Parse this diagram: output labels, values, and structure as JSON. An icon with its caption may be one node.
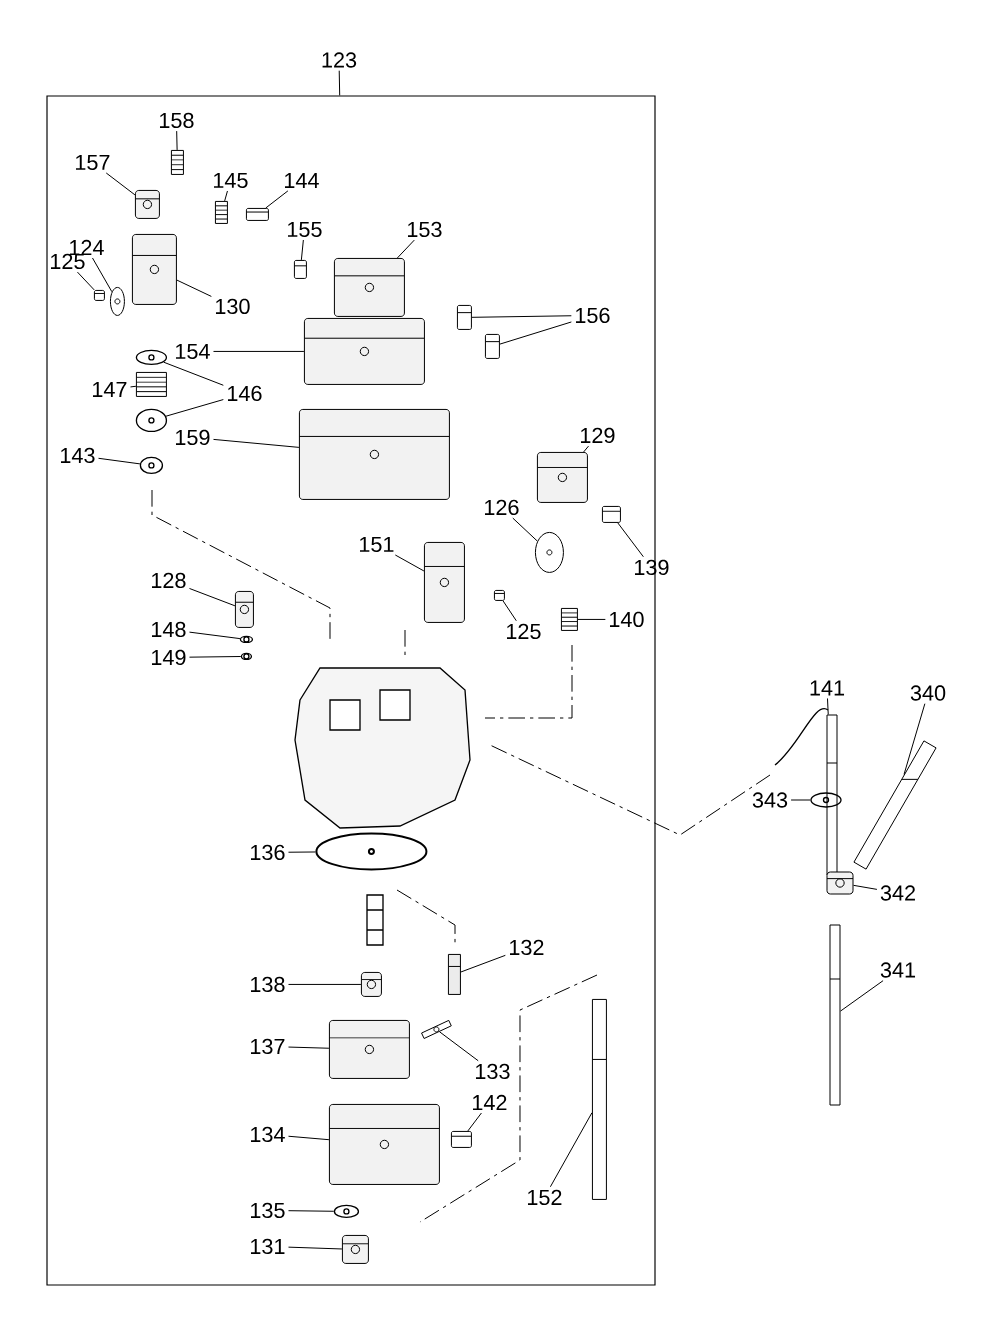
{
  "diagram": {
    "nodes": [
      {
        "text": [
          "123"
        ]
      },
      {
        "text": [],
        "shape": "box"
      },
      {
        "text": [
          "158"
        ],
        "in": 1
      },
      {
        "text": [],
        "shape": "picture",
        "in": 1
      },
      {
        "text": [
          "157"
        ],
        "in": 1
      },
      {
        "text": [],
        "shape": "picture",
        "in": 1
      },
      {
        "text": [
          "145"
        ],
        "in": 1
      },
      {
        "text": [],
        "shape": "picture",
        "in": 1
      },
      {
        "text": [
          "144"
        ],
        "in": 1
      },
      {
        "text": [],
        "shape": "picture",
        "in": 1
      },
      {
        "text": [
          "155"
        ],
        "in": 1
      },
      {
        "text": [],
        "shape": "picture",
        "in": 1
      },
      {
        "text": [
          "153"
        ],
        "in": 1
      },
      {
        "text": [],
        "shape": "picture",
        "in": 1
      },
      {
        "text": [
          "124"
        ],
        "in": 1
      },
      {
        "text": [],
        "shape": "picture",
        "in": 1
      },
      {
        "text": [
          "125"
        ],
        "in": 1
      },
      {
        "text": [],
        "shape": "picture",
        "in": 1
      },
      {
        "text": [
          "130"
        ],
        "in": 1
      },
      {
        "text": [],
        "shape": "picture",
        "in": 1
      },
      {
        "text": [
          "156"
        ],
        "in": 1
      },
      {
        "text": [],
        "shape": "picture",
        "in": 1
      },
      {
        "text": [],
        "shape": "picture",
        "in": 1
      },
      {
        "text": [
          "154"
        ],
        "in": 1
      },
      {
        "text": [],
        "shape": "picture",
        "in": 1
      },
      {
        "text": [
          "146"
        ],
        "in": 1
      },
      {
        "text": [],
        "shape": "picture",
        "in": 1
      },
      {
        "text": [],
        "shape": "picture",
        "in": 1
      },
      {
        "text": [
          "147"
        ],
        "in": 1
      },
      {
        "text": [],
        "shape": "picture",
        "in": 1
      },
      {
        "text": [
          "159"
        ],
        "in": 1
      },
      {
        "text": [],
        "shape": "picture",
        "in": 1
      },
      {
        "text": [
          "143"
        ],
        "in": 1
      },
      {
        "text": [],
        "shape": "picture",
        "in": 1
      },
      {
        "text": [
          "129"
        ],
        "in": 1
      },
      {
        "text": [],
        "shape": "picture",
        "in": 1
      },
      {
        "text": [
          "126"
        ],
        "in": 1
      },
      {
        "text": [],
        "shape": "picture",
        "in": 1
      },
      {
        "text": [
          "139"
        ],
        "in": 1
      },
      {
        "text": [],
        "shape": "picture",
        "in": 1
      },
      {
        "text": [
          "151"
        ],
        "in": 1
      },
      {
        "text": [],
        "shape": "picture",
        "in": 1
      },
      {
        "text": [
          "128"
        ],
        "in": 1
      },
      {
        "text": [],
        "shape": "picture",
        "in": 1
      },
      {
        "text": [
          "125"
        ],
        "in": 1
      },
      {
        "text": [],
        "shape": "picture",
        "in": 1
      },
      {
        "text": [
          "140"
        ],
        "in": 1
      },
      {
        "text": [],
        "shape": "picture",
        "in": 1
      },
      {
        "text": [
          "148"
        ],
        "in": 1
      },
      {
        "text": [],
        "shape": "picture",
        "in": 1
      },
      {
        "text": [
          "149"
        ],
        "in": 1
      },
      {
        "text": [],
        "shape": "picture",
        "in": 1
      },
      {
        "text": [
          "141"
        ]
      },
      {
        "text": [],
        "shape": "picture"
      },
      {
        "text": [
          "340"
        ]
      },
      {
        "text": [],
        "shape": "picture"
      },
      {
        "text": [
          "343"
        ]
      },
      {
        "text": [],
        "shape": "picture"
      },
      {
        "text": [
          "342"
        ]
      },
      {
        "text": [],
        "shape": "picture"
      },
      {
        "text": [
          "341"
        ]
      },
      {
        "text": [],
        "shape": "picture"
      },
      {
        "text": [
          "136"
        ],
        "in": 1
      },
      {
        "text": [],
        "shape": "picture",
        "in": 1
      },
      {
        "text": [
          "132"
        ],
        "in": 1
      },
      {
        "text": [],
        "shape": "picture",
        "in": 1
      },
      {
        "text": [
          "138"
        ],
        "in": 1
      },
      {
        "text": [],
        "shape": "picture",
        "in": 1
      },
      {
        "text": [
          "137"
        ],
        "in": 1
      },
      {
        "text": [],
        "shape": "picture",
        "in": 1
      },
      {
        "text": [
          "133"
        ],
        "in": 1
      },
      {
        "text": [],
        "shape": "picture",
        "in": 1
      },
      {
        "text": [
          "142"
        ],
        "in": 1
      },
      {
        "text": [],
        "shape": "picture",
        "in": 1
      },
      {
        "text": [
          "134"
        ],
        "in": 1
      },
      {
        "text": [],
        "shape": "picture",
        "in": 1
      },
      {
        "text": [
          "152"
        ],
        "in": 1
      },
      {
        "text": [],
        "shape": "picture",
        "in": 1
      },
      {
        "text": [
          "135"
        ],
        "in": 1
      },
      {
        "text": [],
        "shape": "picture",
        "in": 1
      },
      {
        "text": [
          "131"
        ],
        "in": 1
      },
      {
        "text": [],
        "shape": "picture",
        "in": 1
      }
    ],
    "edges": [
      {
        "from": 0,
        "to": 1,
        "arrow": "none"
      },
      {
        "from": 2,
        "to": 3,
        "arrow": "none"
      },
      {
        "from": 4,
        "to": 5,
        "arrow": "none"
      },
      {
        "from": 6,
        "to": 7,
        "arrow": "none"
      },
      {
        "from": 8,
        "to": 9,
        "arrow": "none"
      },
      {
        "from": 10,
        "to": 11,
        "arrow": "none"
      },
      {
        "from": 12,
        "to": 13,
        "arrow": "none"
      },
      {
        "from": 14,
        "to": 15,
        "arrow": "none"
      },
      {
        "from": 16,
        "to": 17,
        "arrow": "none"
      },
      {
        "from": 18,
        "to": 19,
        "arrow": "none"
      },
      {
        "from": 20,
        "to": 21,
        "arrow": "none"
      },
      {
        "from": 20,
        "to": 22,
        "arrow": "none"
      },
      {
        "from": 23,
        "to": 24,
        "arrow": "none"
      },
      {
        "from": 25,
        "to": 26,
        "arrow": "none"
      },
      {
        "from": 25,
        "to": 27,
        "arrow": "none"
      },
      {
        "from": 28,
        "to": 29,
        "arrow": "none"
      },
      {
        "from": 30,
        "to": 31,
        "arrow": "none"
      },
      {
        "from": 32,
        "to": 33,
        "arrow": "none"
      },
      {
        "from": 34,
        "to": 35,
        "arrow": "none"
      },
      {
        "from": 36,
        "to": 37,
        "arrow": "none"
      },
      {
        "from": 38,
        "to": 39,
        "arrow": "none"
      },
      {
        "from": 40,
        "to": 41,
        "arrow": "none"
      },
      {
        "from": 42,
        "to": 43,
        "arrow": "none"
      },
      {
        "from": 44,
        "to": 45,
        "arrow": "none"
      },
      {
        "from": 46,
        "to": 47,
        "arrow": "none"
      },
      {
        "from": 48,
        "to": 49,
        "arrow": "none"
      },
      {
        "from": 50,
        "to": 51,
        "arrow": "none"
      },
      {
        "from": 52,
        "to": 53,
        "arrow": "none"
      },
      {
        "from": 54,
        "to": 55,
        "arrow": "none"
      },
      {
        "from": 56,
        "to": 57,
        "arrow": "none"
      },
      {
        "from": 58,
        "to": 59,
        "arrow": "none"
      },
      {
        "from": 60,
        "to": 61,
        "arrow": "none"
      },
      {
        "from": 62,
        "to": 63,
        "arrow": "none"
      },
      {
        "from": 64,
        "to": 65,
        "arrow": "none"
      },
      {
        "from": 66,
        "to": 67,
        "arrow": "none"
      },
      {
        "from": 68,
        "to": 69,
        "arrow": "none"
      },
      {
        "from": 70,
        "to": 71,
        "arrow": "none"
      },
      {
        "from": 72,
        "to": 73,
        "arrow": "none"
      },
      {
        "from": 74,
        "to": 75,
        "arrow": "none"
      },
      {
        "from": 76,
        "to": 77,
        "arrow": "none"
      },
      {
        "from": 78,
        "to": 79,
        "arrow": "none"
      },
      {
        "from": 80,
        "to": 81,
        "arrow": "none"
      }
    ]
  }
}
